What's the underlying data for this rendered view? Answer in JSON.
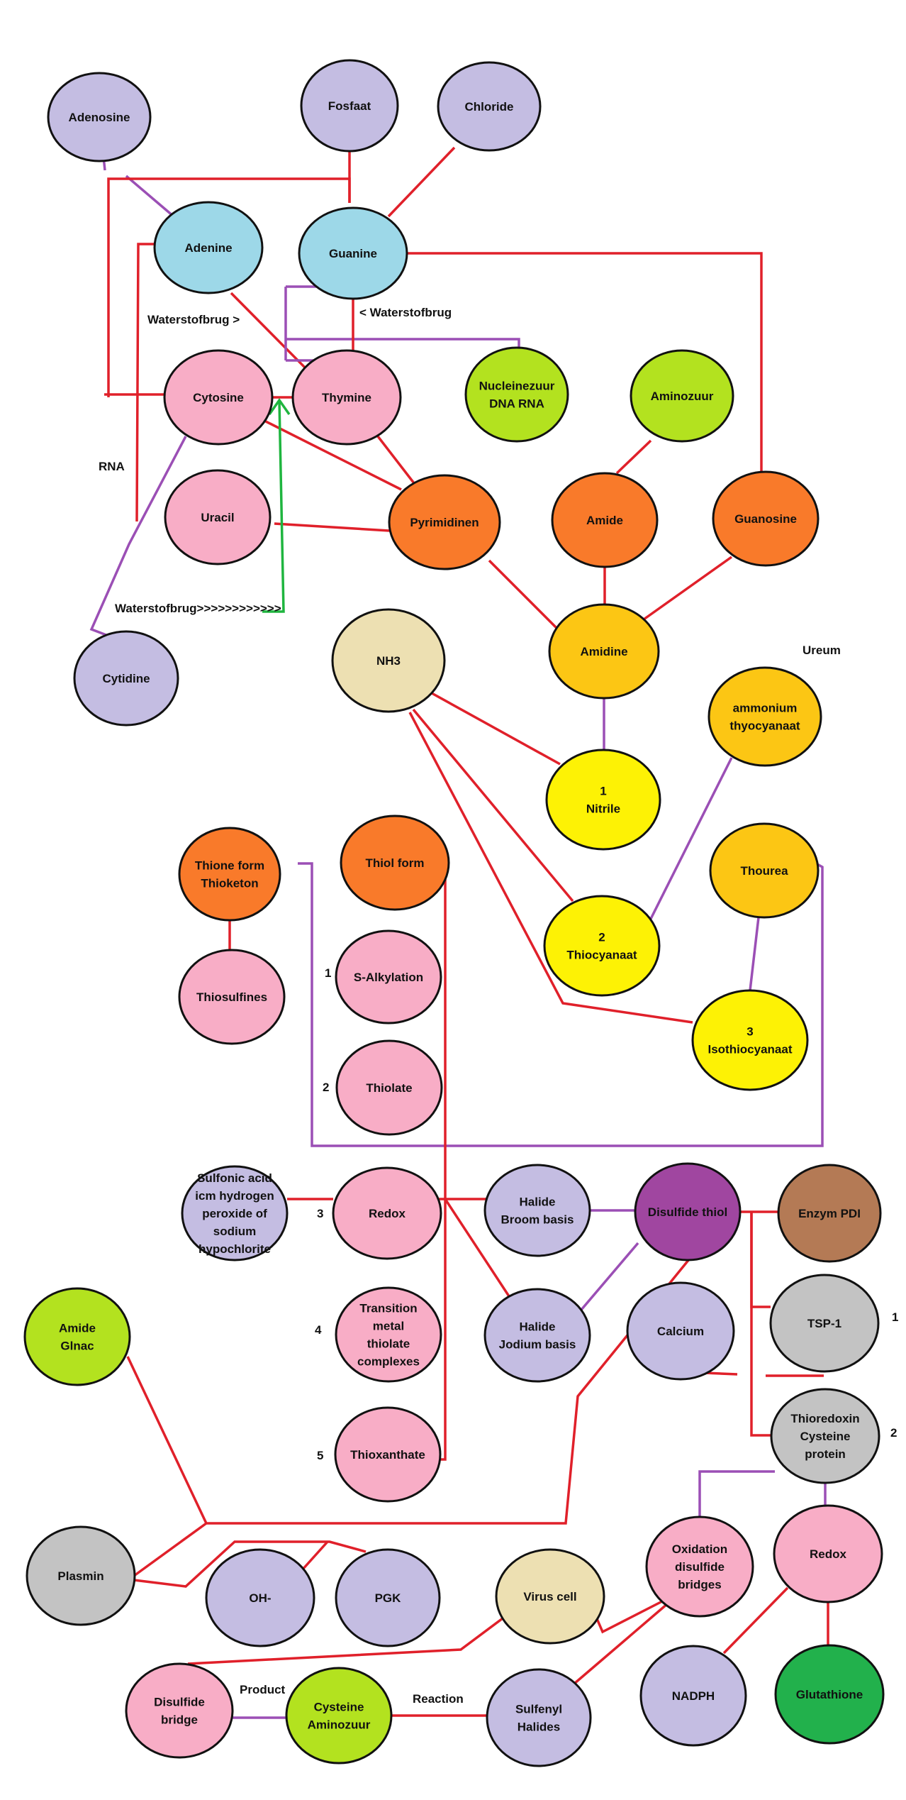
{
  "colors": {
    "red_line": "#e0202a",
    "purple_line": "#9b4fb5",
    "green_arrow": "#1fb53f",
    "outline": "#111111",
    "lavender": "#c4bde2",
    "sky": "#9dd8e8",
    "pink": "#f8adc6",
    "lime": "#b3e21f",
    "orange": "#f97a2a",
    "amber": "#fcc614",
    "yellow": "#fdf205",
    "beige": "#ede0b2",
    "purple": "#a046a0",
    "brown": "#b47a55",
    "gray": "#c3c3c3",
    "green": "#22b14c"
  },
  "nodes": [
    {
      "id": "adenosine",
      "lines": [
        "Adenosine"
      ],
      "fill": "lavender"
    },
    {
      "id": "fosfaat",
      "lines": [
        "Fosfaat"
      ],
      "fill": "lavender"
    },
    {
      "id": "chloride",
      "lines": [
        "Chloride"
      ],
      "fill": "lavender"
    },
    {
      "id": "adenine",
      "lines": [
        "Adenine"
      ],
      "fill": "sky"
    },
    {
      "id": "guanine",
      "lines": [
        "Guanine"
      ],
      "fill": "sky"
    },
    {
      "id": "cytosine",
      "lines": [
        "Cytosine"
      ],
      "fill": "pink"
    },
    {
      "id": "thymine",
      "lines": [
        "Thymine"
      ],
      "fill": "pink"
    },
    {
      "id": "nucleinezuur",
      "lines": [
        "Nucleinezuur",
        "DNA RNA"
      ],
      "fill": "lime"
    },
    {
      "id": "aminozuur",
      "lines": [
        "Aminozuur"
      ],
      "fill": "lime"
    },
    {
      "id": "uracil",
      "lines": [
        "Uracil"
      ],
      "fill": "pink"
    },
    {
      "id": "pyrimidinen",
      "lines": [
        "Pyrimidinen"
      ],
      "fill": "orange"
    },
    {
      "id": "amide",
      "lines": [
        "Amide"
      ],
      "fill": "orange"
    },
    {
      "id": "guanosine",
      "lines": [
        "Guanosine"
      ],
      "fill": "orange"
    },
    {
      "id": "cytidine",
      "lines": [
        "Cytidine"
      ],
      "fill": "lavender"
    },
    {
      "id": "nh3",
      "lines": [
        "NH3"
      ],
      "fill": "beige"
    },
    {
      "id": "amidine",
      "lines": [
        "Amidine"
      ],
      "fill": "amber"
    },
    {
      "id": "ammonium",
      "lines": [
        "ammonium",
        "thyocyanaat"
      ],
      "fill": "amber"
    },
    {
      "id": "nitrile",
      "lines": [
        "1",
        "Nitrile"
      ],
      "fill": "yellow"
    },
    {
      "id": "thione",
      "lines": [
        "Thione form",
        "Thioketon"
      ],
      "fill": "orange"
    },
    {
      "id": "thiolform",
      "lines": [
        "Thiol form"
      ],
      "fill": "orange"
    },
    {
      "id": "thourea",
      "lines": [
        "Thourea"
      ],
      "fill": "amber"
    },
    {
      "id": "thiocyanaat",
      "lines": [
        "2",
        "Thiocyanaat"
      ],
      "fill": "yellow"
    },
    {
      "id": "salkylation",
      "lines": [
        "S-Alkylation"
      ],
      "fill": "pink"
    },
    {
      "id": "thiosulfines",
      "lines": [
        "Thiosulfines"
      ],
      "fill": "pink"
    },
    {
      "id": "isothiocyanaat",
      "lines": [
        "3",
        "Isothiocyanaat"
      ],
      "fill": "yellow"
    },
    {
      "id": "thiolate",
      "lines": [
        "Thiolate"
      ],
      "fill": "pink"
    },
    {
      "id": "sulfonic",
      "lines": [
        "Sulfonic acid",
        "icm hydrogen",
        "peroxide of",
        "sodium",
        "hypochlorite"
      ],
      "fill": "lavender"
    },
    {
      "id": "redox1",
      "lines": [
        "Redox"
      ],
      "fill": "pink"
    },
    {
      "id": "halidebroom",
      "lines": [
        "Halide",
        "Broom basis"
      ],
      "fill": "lavender"
    },
    {
      "id": "disulfidethiol",
      "lines": [
        "Disulfide thiol"
      ],
      "fill": "purple"
    },
    {
      "id": "enzympdi",
      "lines": [
        "Enzym PDI"
      ],
      "fill": "brown"
    },
    {
      "id": "transition",
      "lines": [
        "Transition",
        "metal",
        "thiolate",
        "complexes"
      ],
      "fill": "pink"
    },
    {
      "id": "halidejodium",
      "lines": [
        "Halide",
        "Jodium basis"
      ],
      "fill": "lavender"
    },
    {
      "id": "calcium",
      "lines": [
        "Calcium"
      ],
      "fill": "lavender"
    },
    {
      "id": "tsp1",
      "lines": [
        "TSP-1"
      ],
      "fill": "gray"
    },
    {
      "id": "amideglnac",
      "lines": [
        "Amide",
        "Glnac"
      ],
      "fill": "lime"
    },
    {
      "id": "thioredoxin",
      "lines": [
        "Thioredoxin",
        "Cysteine",
        "protein"
      ],
      "fill": "gray"
    },
    {
      "id": "thioxanthate",
      "lines": [
        "Thioxanthate"
      ],
      "fill": "pink"
    },
    {
      "id": "oxidation",
      "lines": [
        "Oxidation",
        "disulfide",
        "bridges"
      ],
      "fill": "pink"
    },
    {
      "id": "redox2",
      "lines": [
        "Redox"
      ],
      "fill": "pink"
    },
    {
      "id": "plasmin",
      "lines": [
        "Plasmin"
      ],
      "fill": "gray"
    },
    {
      "id": "oh",
      "lines": [
        "OH-"
      ],
      "fill": "lavender"
    },
    {
      "id": "pgk",
      "lines": [
        "PGK"
      ],
      "fill": "lavender"
    },
    {
      "id": "viruscell",
      "lines": [
        "Virus cell"
      ],
      "fill": "beige"
    },
    {
      "id": "nadph",
      "lines": [
        "NADPH"
      ],
      "fill": "lavender"
    },
    {
      "id": "glutathione",
      "lines": [
        "Glutathione"
      ],
      "fill": "green"
    },
    {
      "id": "disulfidebridge",
      "lines": [
        "Disulfide",
        "bridge"
      ],
      "fill": "pink"
    },
    {
      "id": "cysteine",
      "lines": [
        "Cysteine",
        "Aminozuur"
      ],
      "fill": "lime"
    },
    {
      "id": "sulfenyl",
      "lines": [
        "Sulfenyl",
        "Halides"
      ],
      "fill": "lavender"
    }
  ],
  "labels": [
    {
      "id": "waterstofbrug-left",
      "text": "Waterstofbrug >"
    },
    {
      "id": "waterstofbrug-right",
      "text": "< Waterstofbrug"
    },
    {
      "id": "rna",
      "text": "RNA"
    },
    {
      "id": "waterstofbrug-bottom",
      "text": "Waterstofbrug>>>>>>>>>>>>"
    },
    {
      "id": "ureum",
      "text": "Ureum"
    },
    {
      "id": "num-1",
      "text": "1"
    },
    {
      "id": "num-2",
      "text": "2"
    },
    {
      "id": "num-3",
      "text": "3"
    },
    {
      "id": "num-4",
      "text": "4"
    },
    {
      "id": "num-5",
      "text": "5"
    },
    {
      "id": "num-tsp",
      "text": "1"
    },
    {
      "id": "num-thioredoxin",
      "text": "2"
    },
    {
      "id": "product",
      "text": "Product"
    },
    {
      "id": "reaction",
      "text": "Reaction"
    }
  ]
}
